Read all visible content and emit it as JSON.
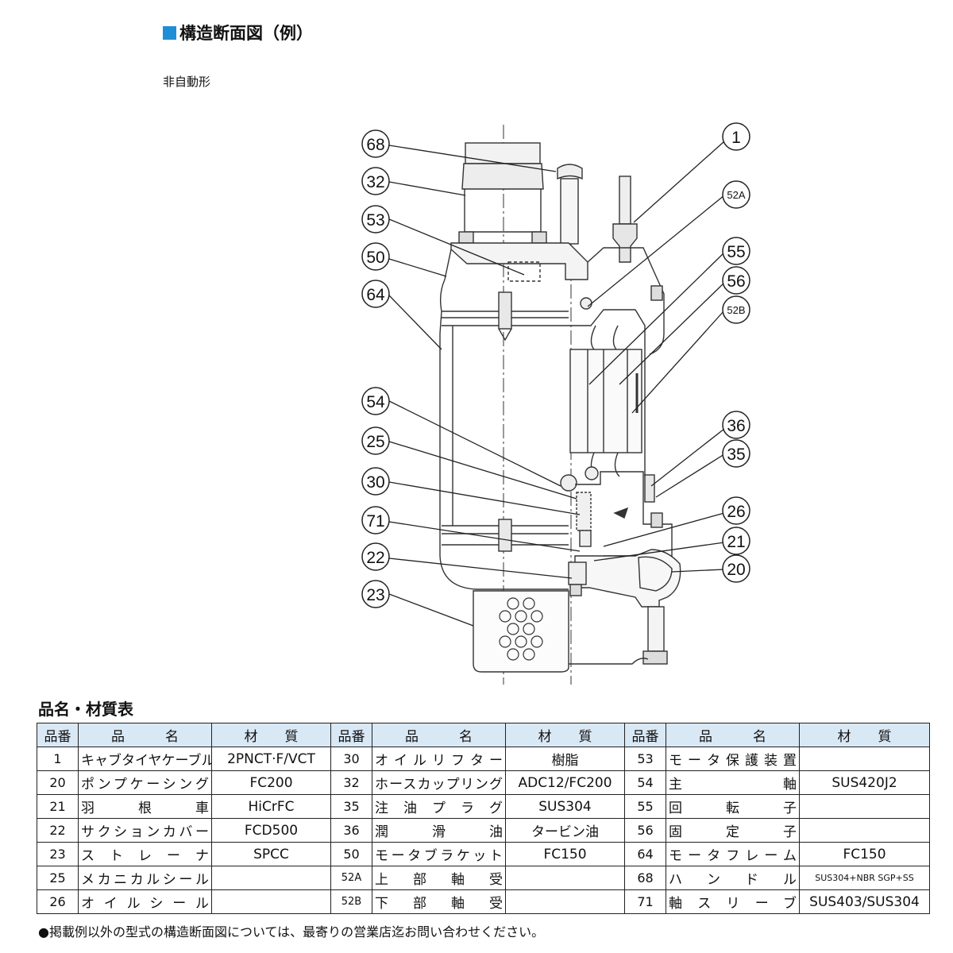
{
  "header": {
    "title": "構造断面図（例）",
    "subtitle": "非自動形"
  },
  "diagram": {
    "callouts_left": [
      "68",
      "32",
      "53",
      "50",
      "64",
      "54",
      "25",
      "30",
      "71",
      "22",
      "23"
    ],
    "callouts_right": [
      "1",
      "52A",
      "55",
      "56",
      "52B",
      "36",
      "35",
      "26",
      "21",
      "20"
    ]
  },
  "table": {
    "title": "品名・材質表",
    "headers": [
      "品番",
      "品　　　名",
      "材　　質",
      "品番",
      "品　　　名",
      "材　　質",
      "品番",
      "品　　　名",
      "材　　質"
    ],
    "rows": [
      [
        {
          "no": "1",
          "name": "キャブタイヤケーブル",
          "mat": "2PNCT·F/VCT"
        },
        {
          "no": "30",
          "name": "オイルリフター",
          "mat": "樹脂"
        },
        {
          "no": "53",
          "name": "モータ保護装置",
          "mat": ""
        }
      ],
      [
        {
          "no": "20",
          "name": "ポンプケーシング",
          "mat": "FC200"
        },
        {
          "no": "32",
          "name": "ホースカップリング",
          "mat": "ADC12/FC200"
        },
        {
          "no": "54",
          "name": "主軸",
          "mat": "SUS420J2"
        }
      ],
      [
        {
          "no": "21",
          "name": "羽根車",
          "mat": "HiCrFC"
        },
        {
          "no": "35",
          "name": "注油プラグ",
          "mat": "SUS304"
        },
        {
          "no": "55",
          "name": "回転子",
          "mat": ""
        }
      ],
      [
        {
          "no": "22",
          "name": "サクションカバー",
          "mat": "FCD500"
        },
        {
          "no": "36",
          "name": "潤滑油",
          "mat": "タービン油"
        },
        {
          "no": "56",
          "name": "固定子",
          "mat": ""
        }
      ],
      [
        {
          "no": "23",
          "name": "ストレーナ",
          "mat": "SPCC"
        },
        {
          "no": "50",
          "name": "モータブラケット",
          "mat": "FC150"
        },
        {
          "no": "64",
          "name": "モータフレーム",
          "mat": "FC150"
        }
      ],
      [
        {
          "no": "25",
          "name": "メカニカルシール",
          "mat": ""
        },
        {
          "no": "52A",
          "name": "上部軸受",
          "mat": ""
        },
        {
          "no": "68",
          "name": "ハンドル",
          "mat": "SUS304+NBR SGP+SS"
        }
      ],
      [
        {
          "no": "26",
          "name": "オイルシール",
          "mat": ""
        },
        {
          "no": "52B",
          "name": "下部軸受",
          "mat": ""
        },
        {
          "no": "71",
          "name": "軸スリーブ",
          "mat": "SUS403/SUS304"
        }
      ]
    ]
  },
  "note": "●掲載例以外の型式の構造断面図については、最寄りの営業店迄お問い合わせください。",
  "colors": {
    "accent": "#1e8fd6",
    "table_header_bg": "#d9e8f5"
  }
}
